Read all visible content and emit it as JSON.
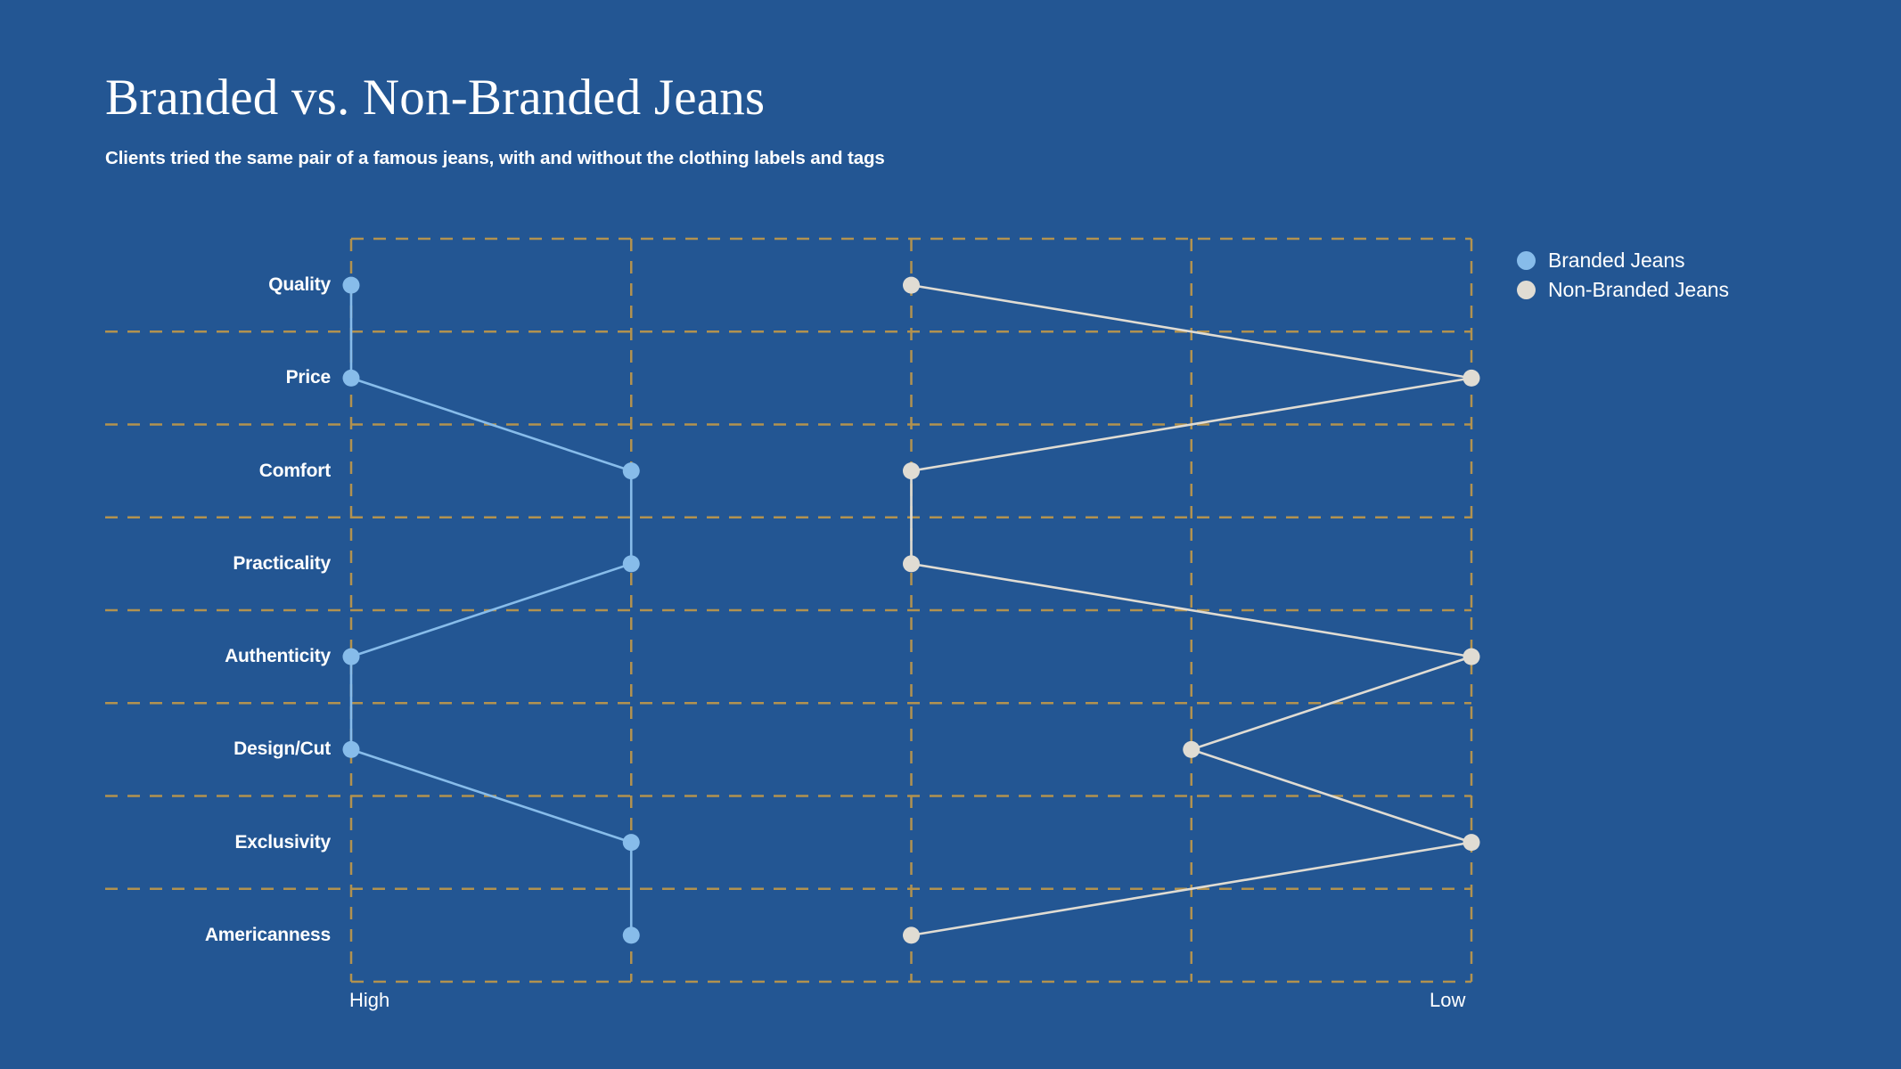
{
  "header": {
    "title": "Branded vs. Non-Branded Jeans",
    "subtitle": "Clients tried the same pair of a famous jeans, with and without the clothing labels and tags"
  },
  "legend": {
    "items": [
      {
        "label": "Branded Jeans",
        "color": "#87BCEA"
      },
      {
        "label": "Non-Branded Jeans",
        "color": "#E0DCD3"
      }
    ]
  },
  "axis": {
    "x_left_label": "High",
    "x_right_label": "Low"
  },
  "colors": {
    "background": "#235693",
    "gridline": "#B2924F",
    "branded": "#87BCEA",
    "non_branded": "#E0DCD3",
    "text": "#FFFFFF"
  },
  "chart_data": {
    "type": "line",
    "title": "Branded vs. Non-Branded Jeans",
    "subtitle": "Clients tried the same pair of a famous jeans, with and without the clothing labels and tags",
    "orientation": "horizontal",
    "xlabel": "",
    "ylabel": "",
    "xlim": [
      0,
      4
    ],
    "x_tick_labels": [
      "High",
      "",
      "",
      "",
      "Low"
    ],
    "x_axis_note": "Rank scale from High (left, 0) to Low (right, 4); 5 gridline positions",
    "grid": true,
    "legend_position": "right-top",
    "categories": [
      "Quality",
      "Price",
      "Comfort",
      "Practicality",
      "Authenticity",
      "Design/Cut",
      "Exclusivity",
      "Americanness"
    ],
    "series": [
      {
        "name": "Branded Jeans",
        "color": "#87BCEA",
        "values": [
          0,
          0,
          1,
          1,
          0,
          0,
          1,
          1
        ]
      },
      {
        "name": "Non-Branded Jeans",
        "color": "#E0DCD3",
        "values": [
          2,
          4,
          2,
          2,
          4,
          3,
          4,
          2
        ]
      }
    ]
  }
}
